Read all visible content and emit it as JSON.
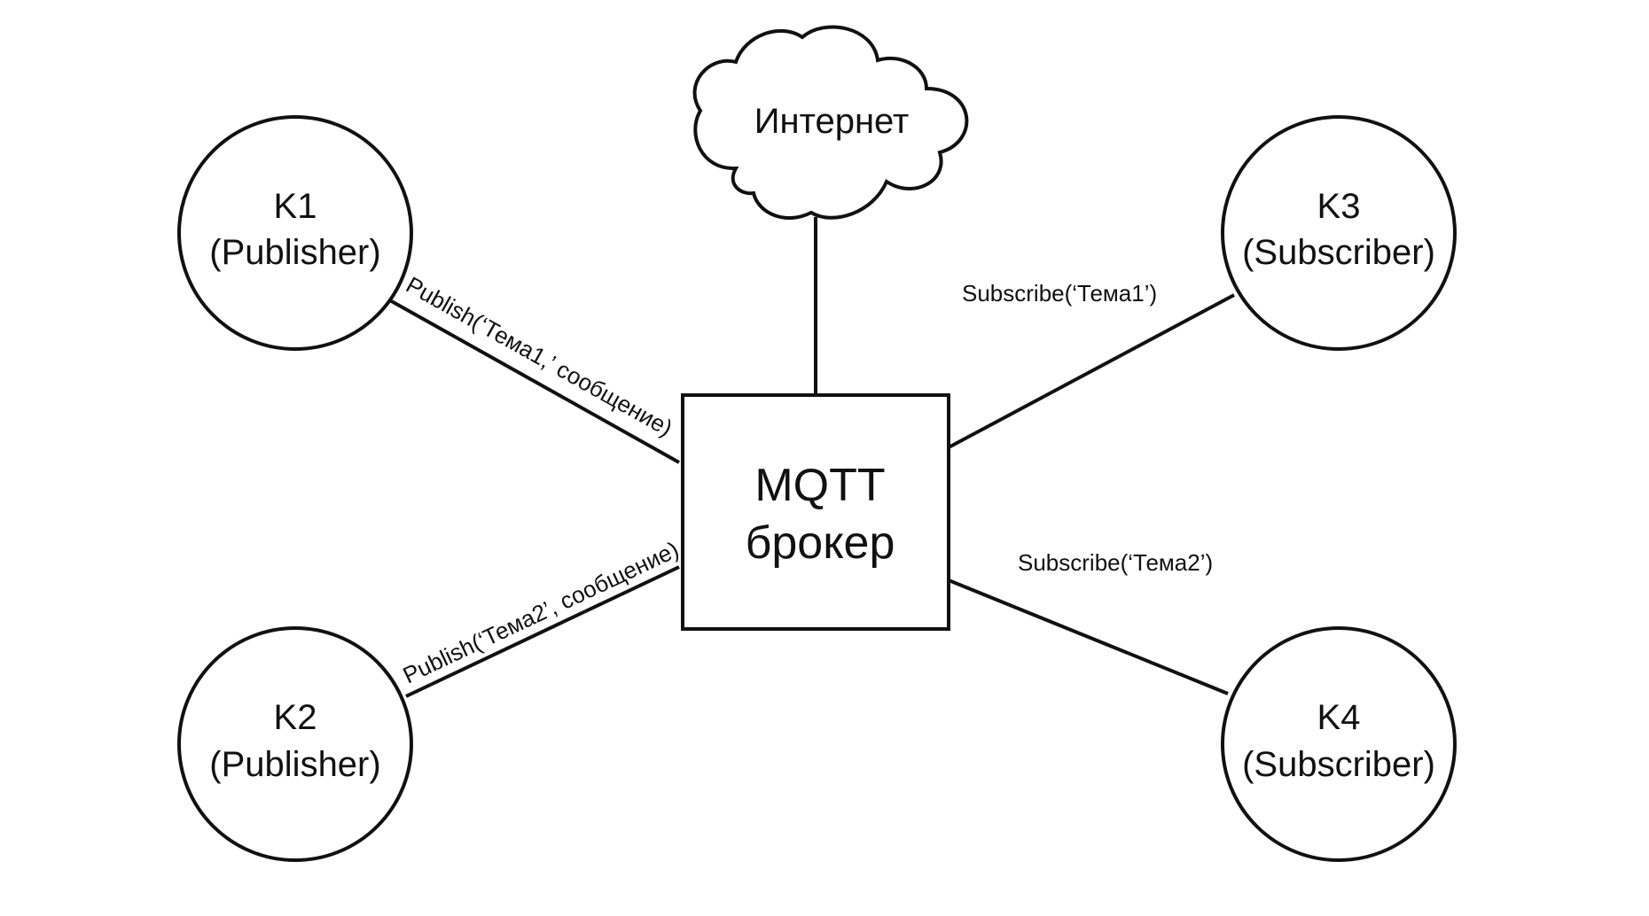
{
  "broker": {
    "line1": "MQTT",
    "line2": "брокер"
  },
  "cloud": {
    "label": "Интернет"
  },
  "clients": {
    "k1": {
      "name": "K1",
      "role": "(Publisher)"
    },
    "k2": {
      "name": "K2",
      "role": "(Publisher)"
    },
    "k3": {
      "name": "K3",
      "role": "(Subscriber)"
    },
    "k4": {
      "name": "K4",
      "role": "(Subscriber)"
    }
  },
  "edges": {
    "k1_publish": "Publish(‘Тема1,’ сообщение)",
    "k2_publish": "Publish(‘Тема2’, сообщение)",
    "k3_subscribe": "Subscribe(‘Тема1’)",
    "k4_subscribe": "Subscribe(‘Тема2’)"
  },
  "colors": {
    "line": "#111111",
    "background": "#ffffff"
  }
}
